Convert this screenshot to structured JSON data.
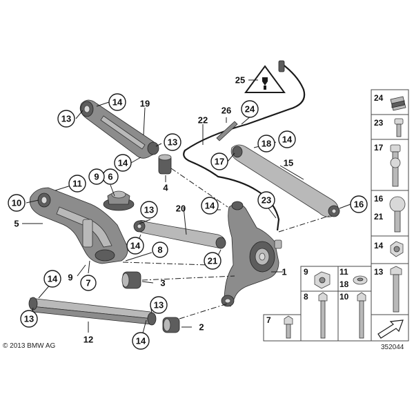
{
  "diagram": {
    "callouts": [
      "1",
      "2",
      "3",
      "4",
      "5",
      "6",
      "7",
      "8",
      "9",
      "10",
      "11",
      "12",
      "13",
      "14",
      "15",
      "16",
      "17",
      "18",
      "19",
      "20",
      "21",
      "22",
      "23",
      "24",
      "25",
      "26"
    ]
  },
  "legend": {
    "items": [
      {
        "labels": [
          "24"
        ]
      },
      {
        "labels": [
          "23"
        ]
      },
      {
        "labels": [
          "17"
        ]
      },
      {
        "labels": [
          "16",
          "21"
        ]
      },
      {
        "labels": [
          "14"
        ]
      },
      {
        "labels": [
          "13"
        ]
      },
      {
        "labels": [
          "9"
        ]
      },
      {
        "labels": [
          "11",
          "18"
        ]
      },
      {
        "labels": [
          "8"
        ]
      },
      {
        "labels": [
          "10"
        ]
      },
      {
        "labels": [
          "7"
        ]
      }
    ]
  },
  "footer": {
    "copyright": "© 2013 BMW AG",
    "diagram_number": "352044"
  }
}
